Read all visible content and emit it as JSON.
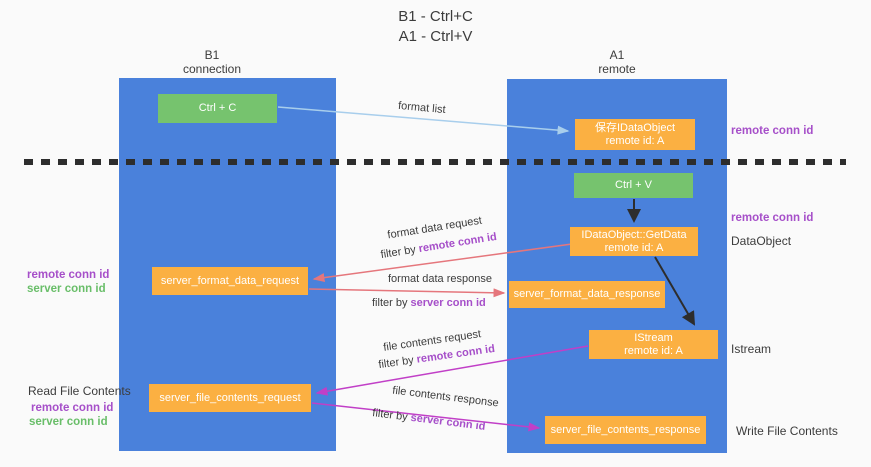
{
  "title": {
    "line1": "B1 - Ctrl+C",
    "line2": "A1 - Ctrl+V"
  },
  "columns": {
    "left": {
      "name": "B1",
      "role": "connection"
    },
    "right": {
      "name": "A1",
      "role": "remote"
    }
  },
  "boxes": {
    "ctrl_c": {
      "label": "Ctrl + C"
    },
    "ctrl_v": {
      "label": "Ctrl + V"
    },
    "save_idataobject": {
      "line1": "保存IDataObject",
      "line2": "remote id: A"
    },
    "idataobject_getdata": {
      "line1": "IDataObject::GetData",
      "line2": "remote id: A"
    },
    "istream": {
      "line1": "IStream",
      "line2": "remote id: A"
    },
    "server_format_data_request": {
      "label": "server_format_data_request"
    },
    "server_format_data_response": {
      "label": "server_format_data_response"
    },
    "server_file_contents_request": {
      "label": "server_file_contents_request"
    },
    "server_file_contents_response": {
      "label": "server_file_contents_response"
    }
  },
  "arrow_labels": {
    "format_list": "format list",
    "format_data_request": "format data request",
    "format_data_response": "format data response",
    "file_contents_request": "file contents request",
    "file_contents_response": "file contents response",
    "filter_by": "filter by",
    "remote_conn_id": "remote conn id",
    "server_conn_id": "server conn id"
  },
  "side_labels": {
    "left": {
      "remote_conn_id": "remote conn id",
      "server_conn_id": "server conn id",
      "read_file_contents": "Read File Contents",
      "remote_conn_id_2": "remote conn id",
      "server_conn_id_2": "server conn id"
    },
    "right": {
      "remote_conn_id_top": "remote conn id",
      "remote_conn_id_mid": "remote conn id",
      "dataobject": "DataObject",
      "istream": "Istream",
      "write_file_contents": "Write File Contents"
    }
  },
  "colors": {
    "column_blue": "#4A81DB",
    "box_orange": "#FBB042",
    "box_green": "#76C36E",
    "arrow_red": "#E5767C",
    "arrow_magenta": "#C13FC7",
    "arrow_light_blue": "#A8CEEC",
    "arrow_black": "#2D2D2D",
    "text_purple": "#A64FC9",
    "text_green": "#69BE69",
    "text_dark": "#3C3C3C",
    "background": "#FAFAFA"
  }
}
